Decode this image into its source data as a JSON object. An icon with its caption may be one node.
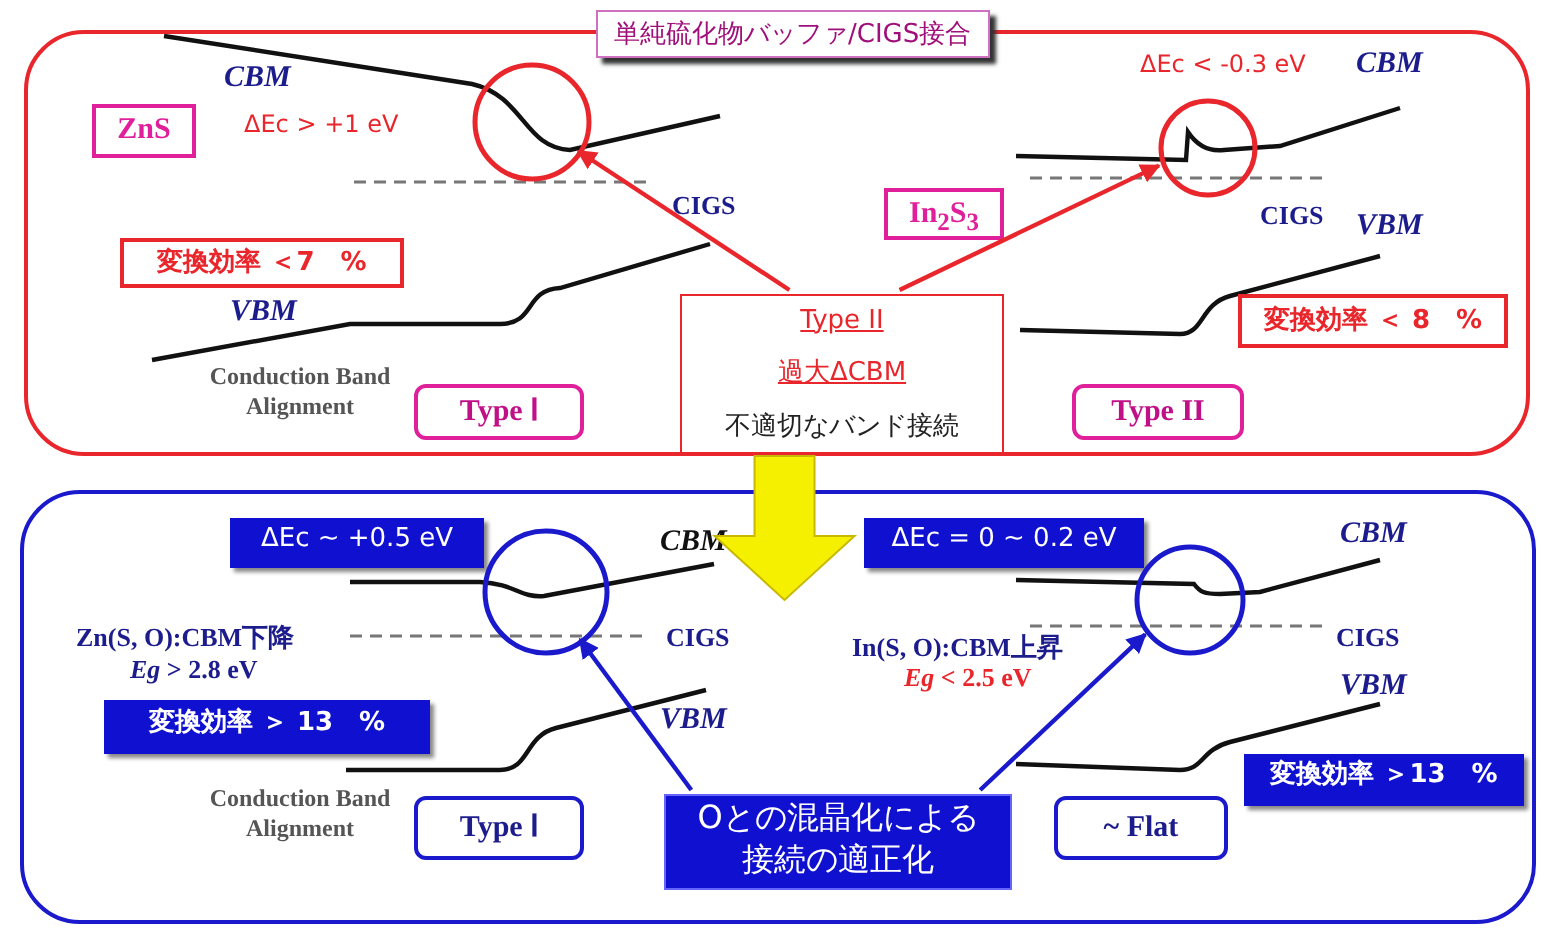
{
  "diagram": {
    "nodes": [
      {
        "text": [
          "単純硫化物バッファ/CIGS接合"
        ]
      },
      {
        "text": [
          "ZnS"
        ],
        "in": 0
      },
      {
        "text": [],
        "shape": "circle",
        "in": 0
      },
      {
        "text": [
          "変換効率 ＜7　%"
        ],
        "in": 0
      },
      {
        "text": [
          "Type Ⅰ"
        ],
        "in": 0
      },
      {
        "text": [
          "Type II",
          "過大ΔCBM",
          "不適切なバンド接続"
        ],
        "in": 0
      },
      {
        "text": [
          "In$_{2}$S$_{3}$"
        ],
        "in": 0
      },
      {
        "text": [],
        "shape": "circle",
        "in": 0
      },
      {
        "text": [
          "変換効率 ＜ 8　%"
        ],
        "in": 0
      },
      {
        "text": [
          "Type II"
        ],
        "in": 0
      },
      {
        "text": [],
        "shape": "box"
      },
      {
        "text": [
          "ΔEc ~ +0.5 eV"
        ],
        "in": 10
      },
      {
        "text": [],
        "shape": "circle",
        "in": 10
      },
      {
        "text": [
          "変換効率 ＞ 13　%"
        ],
        "in": 10
      },
      {
        "text": [
          "Type Ⅰ"
        ],
        "in": 10
      },
      {
        "text": [
          "Oとの混晶化による接続の適正化"
        ],
        "in": 10
      },
      {
        "text": [
          "ΔEc = 0 ~ 0.2 eV"
        ],
        "in": 10
      },
      {
        "text": [],
        "shape": "circle",
        "in": 10
      },
      {
        "text": [
          "~ Flat"
        ],
        "in": 10
      },
      {
        "text": [
          "変換効率 ＞13　%"
        ],
        "in": 10
      }
    ],
    "edges": [
      {
        "from": 5,
        "to": 2,
        "arrow": "to",
        "color": "#e8262b"
      },
      {
        "from": 5,
        "to": 7,
        "arrow": "to",
        "color": "#e8262b"
      },
      {
        "from": 0,
        "to": 10,
        "arrow": "to",
        "style": "thick",
        "color": "#f5f000"
      },
      {
        "from": 15,
        "to": 12,
        "arrow": "to",
        "color": "#1a1acc"
      },
      {
        "from": 15,
        "to": 17,
        "arrow": "to",
        "color": "#1a1acc"
      }
    ],
    "labels": [
      "CBM",
      "ΔEc > +1 eV",
      "CIGS",
      "VBM",
      "Conduction Band Alignment",
      "ΔEc < -0.3 eV",
      "CBM",
      "CIGS",
      "VBM",
      "CBM",
      "Zn(S, O):CBM下降",
      "*Eg* > 2.8 eV",
      "CIGS",
      "VBM",
      "Conduction Band Alignment",
      "CBM",
      "In(S, O):CBM上昇",
      "*Eg* < 2.5 eV",
      "CIGS",
      "VBM"
    ]
  }
}
